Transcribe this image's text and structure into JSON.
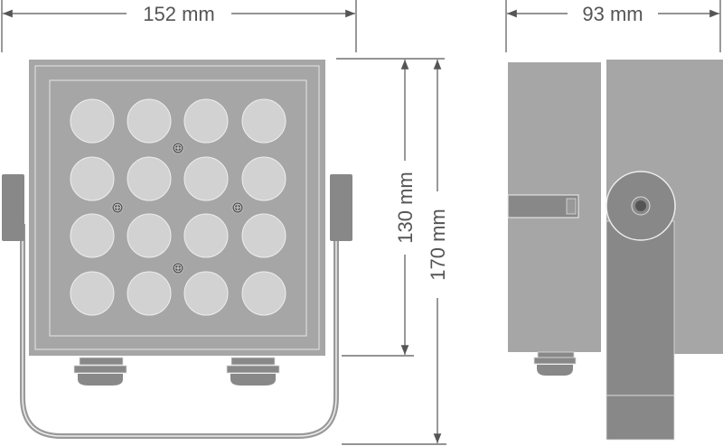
{
  "dimensions": {
    "width_front": "152 mm",
    "width_side": "93 mm",
    "height_body": "130 mm",
    "height_total": "170 mm"
  },
  "colors": {
    "body": "#a6a6a6",
    "led": "#d2d2d2",
    "dark": "#888888",
    "line": "#555555"
  },
  "led_grid": {
    "rows": 4,
    "cols": 4
  }
}
